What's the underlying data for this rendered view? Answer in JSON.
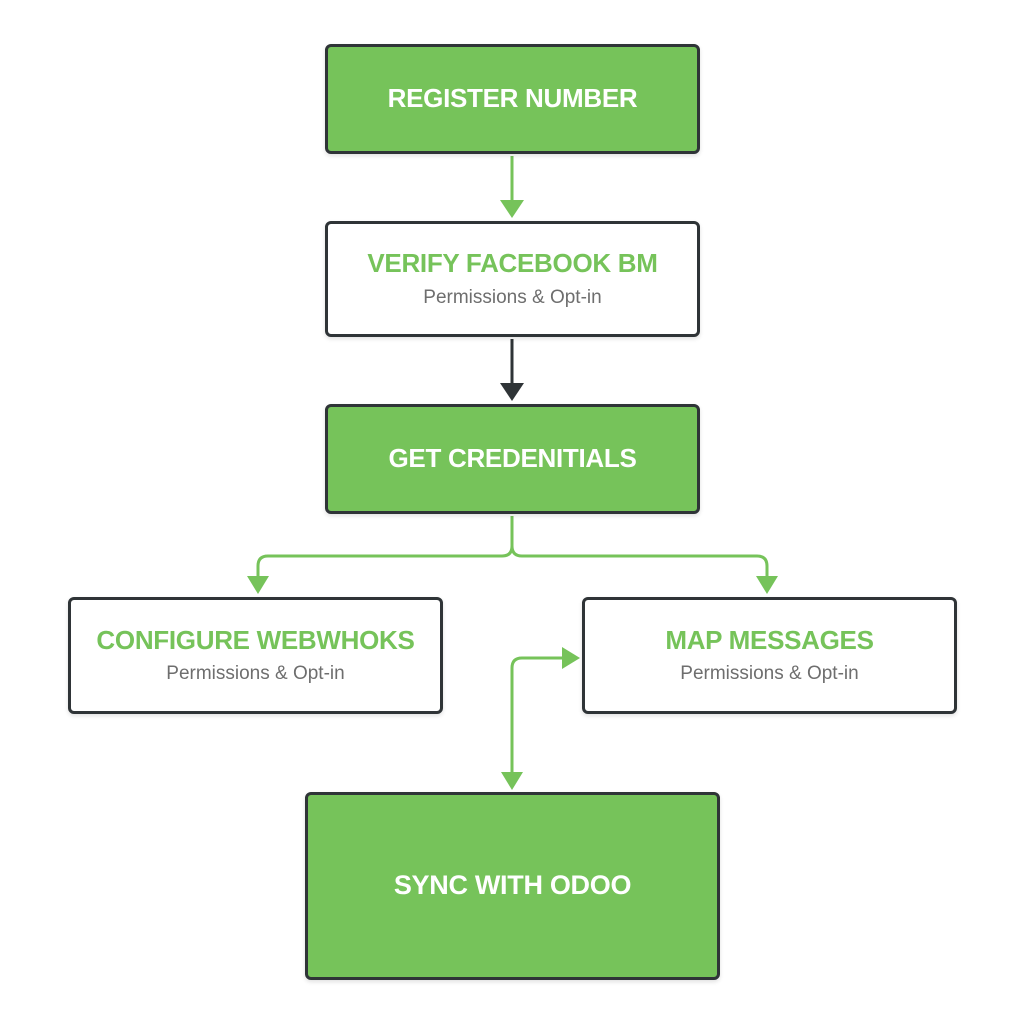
{
  "colors": {
    "accent_green": "#76c35a",
    "border_dark": "#2f3437",
    "arrow_dark": "#2f3437",
    "subtitle_gray": "#6e6e6e"
  },
  "nodes": {
    "register": {
      "title": "REGISTER NUMBER"
    },
    "verify": {
      "title": "VERIFY FACEBOOK BM",
      "subtitle": "Permissions & Opt-in"
    },
    "get_credentials": {
      "title": "GET CREDENITIALS"
    },
    "configure": {
      "title": "CONFIGURE WEBWHOKS",
      "subtitle": "Permissions & Opt-in"
    },
    "map": {
      "title": "MAP MESSAGES",
      "subtitle": "Permissions & Opt-in"
    },
    "sync": {
      "title": "SYNC WITH ODOO"
    }
  },
  "connectors": [
    {
      "from": "register",
      "to": "verify",
      "color": "green"
    },
    {
      "from": "verify",
      "to": "get_credentials",
      "color": "dark"
    },
    {
      "from": "get_credentials",
      "to": "configure",
      "color": "green"
    },
    {
      "from": "get_credentials",
      "to": "map",
      "color": "green"
    },
    {
      "from": "sync",
      "to": "map",
      "color": "green",
      "bidirectional": true
    }
  ]
}
